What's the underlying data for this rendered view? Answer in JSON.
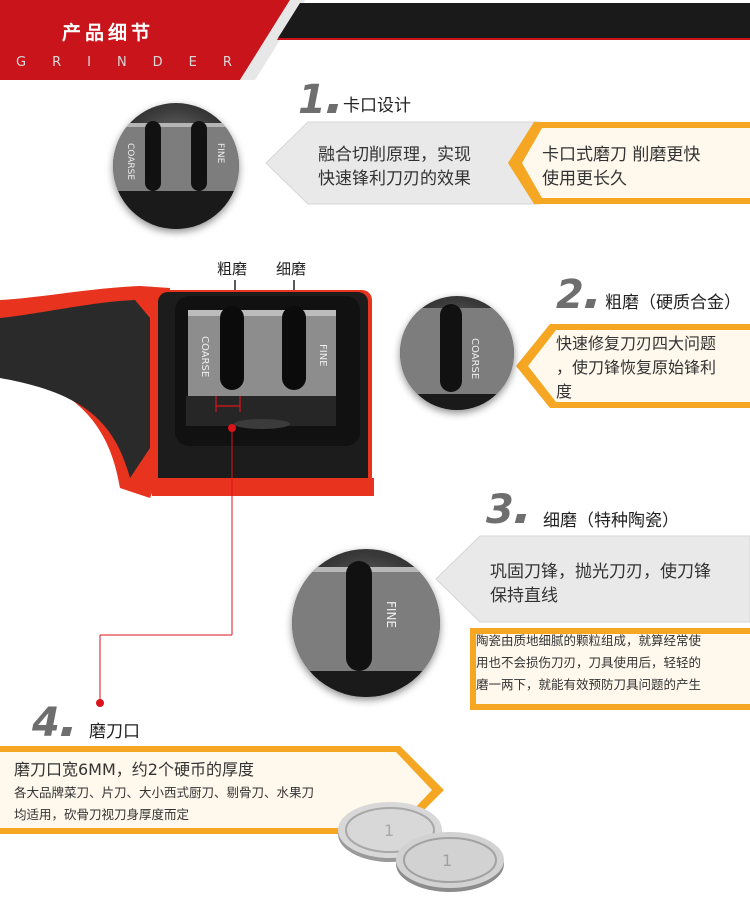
{
  "header": {
    "title": "产品细节",
    "subtitle": "GRINDER",
    "colors": {
      "banner": "#c8141a",
      "stripe": "#1a1a1a"
    }
  },
  "sections": [
    {
      "number": "1",
      "title": "卡口设计",
      "left_text_line1": "融合切削原理，实现",
      "left_text_line2": "快速锋利刀刃的效果",
      "right_text_line1": "卡口式磨刀  削磨更快",
      "right_text_line2": "使用更长久"
    },
    {
      "number": "2",
      "title": "粗磨（硬质合金）",
      "text_line1": "快速修复刀刃四大问题",
      "text_line2": "，使刀锋恢复原始锋利",
      "text_line3": "度"
    },
    {
      "number": "3",
      "title": "细磨（特种陶瓷）",
      "text_line1": "巩固刀锋，抛光刀刃，使刀锋",
      "text_line2": "保持直线",
      "detail_line1": "陶瓷由质地细腻的颗粒组成，就算经常使",
      "detail_line2": "用也不会损伤刀刃，刀具使用后，轻轻的",
      "detail_line3": "磨一两下，就能有效预防刀具问题的产生"
    },
    {
      "number": "4",
      "title": "磨刀口",
      "text_line1": "磨刀口宽6MM，约2个硬币的厚度",
      "detail_line1": "各大品牌菜刀、片刀、大小西式厨刀、剔骨刀、水果刀",
      "detail_line2": "均适用，砍骨刀视刀身厚度而定"
    }
  ],
  "sharpener": {
    "label_coarse": "粗磨",
    "label_fine": "细磨",
    "slot_coarse_text": "COARSE",
    "slot_fine_text": "FINE",
    "colors": {
      "handle": "#e8331f",
      "body": "#1c1c1c",
      "plate": "#8d8d8d"
    }
  },
  "insets": {
    "coarse_text": "COARSE",
    "fine_text": "FINE"
  },
  "colors": {
    "accent_orange": "#f5a623",
    "callout_gray": "#e9e9e9",
    "pointer_red": "#d9141b"
  }
}
